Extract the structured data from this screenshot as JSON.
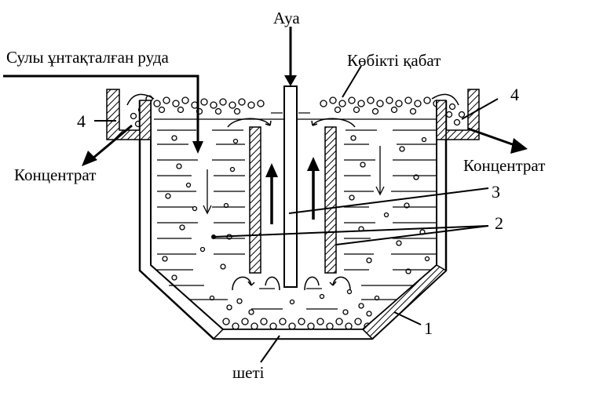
{
  "labels": {
    "air": "Ауа",
    "feed": "Сулы ұнтақталған руда",
    "froth": "Көбікті қабат",
    "concentrate_left": "Концентрат",
    "concentrate_right": "Концентрат",
    "tailings": "шеті"
  },
  "numbers": {
    "n1": "1",
    "n2": "2",
    "n3": "3",
    "n4_left": "4",
    "n4_right": "4"
  }
}
